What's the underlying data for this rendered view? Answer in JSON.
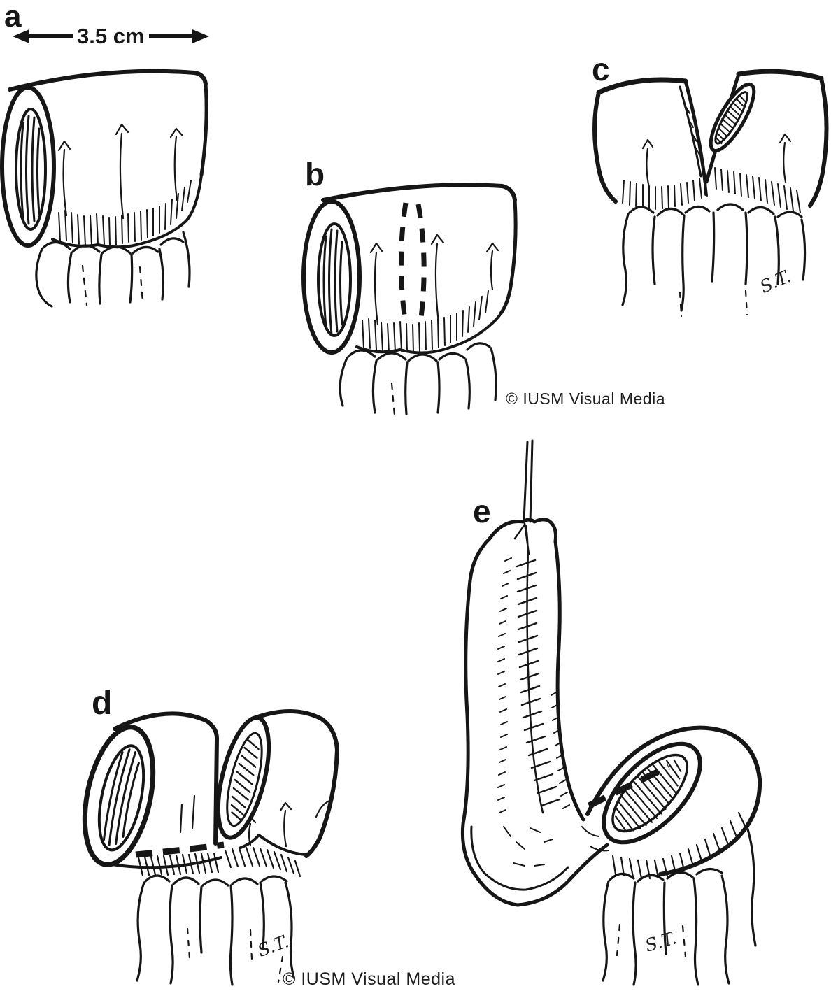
{
  "figure": {
    "background_color": "#ffffff",
    "ink_color": "#161616",
    "panels": {
      "a": {
        "label": "a",
        "measurement": "3.5 cm"
      },
      "b": {
        "label": "b",
        "credit": "© IUSM Visual Media"
      },
      "c": {
        "label": "c",
        "signature": "S.T."
      },
      "d": {
        "label": "d",
        "signature": "S.T."
      },
      "e": {
        "label": "e",
        "signature": "S.T."
      }
    },
    "footer_credit": "© IUSM Visual Media"
  }
}
